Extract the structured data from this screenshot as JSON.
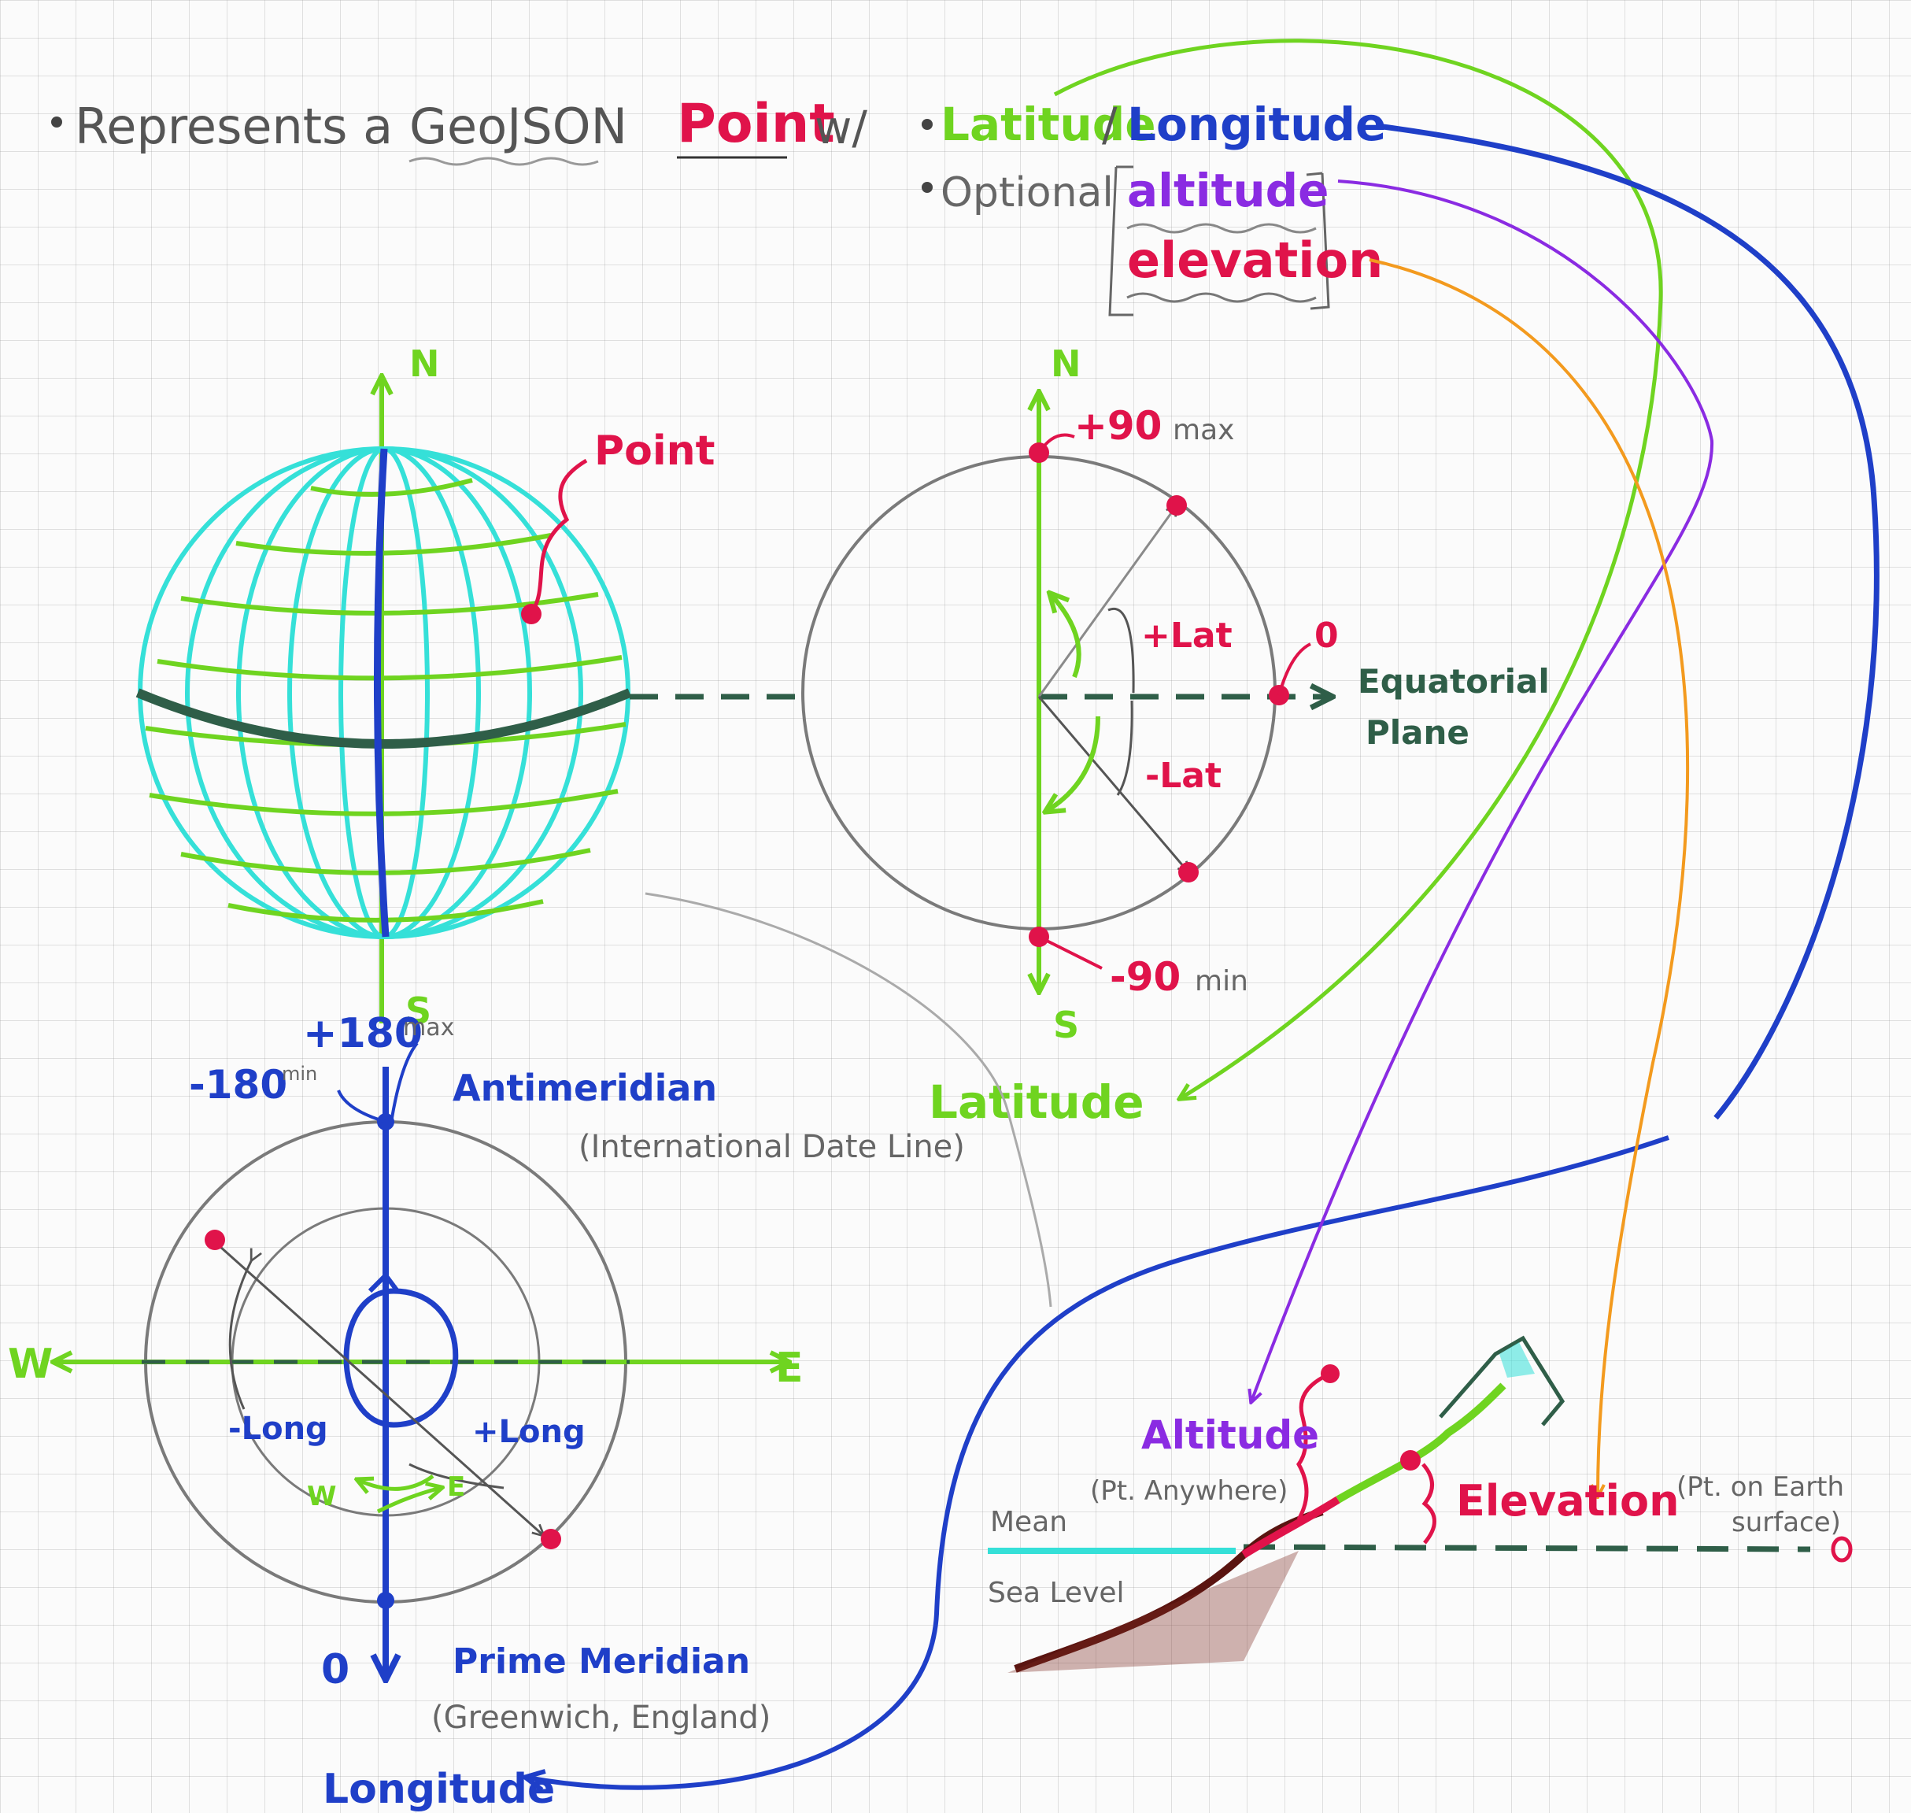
{
  "header": {
    "bullet1_prefix": "Represents a",
    "geojson": "GeoJSON",
    "point": "Point",
    "with": "w/",
    "lat": "Latitude",
    "slash": "/",
    "lon": "Longitude",
    "optional": "Optional",
    "altitude": "altitude",
    "elevation": "elevation"
  },
  "globe": {
    "north": "N",
    "south": "S",
    "point_label": "Point"
  },
  "latitude": {
    "north": "N",
    "south": "S",
    "max": "+90",
    "max_suffix": "max",
    "min": "-90",
    "min_suffix": "min",
    "pos": "+Lat",
    "neg": "-Lat",
    "zero": "0",
    "plane_line1": "Equatorial",
    "plane_line2": "Plane",
    "title": "Latitude"
  },
  "longitude": {
    "max": "+180",
    "max_suffix": "max",
    "min": "-180",
    "min_suffix": "min",
    "antimeridian": "Antimeridian",
    "idl": "(International Date Line)",
    "west": "W",
    "east": "E",
    "neg": "-Long",
    "pos": "+Long",
    "w_small": "W",
    "e_small": "E",
    "zero": "0",
    "prime": "Prime Meridian",
    "greenwich": "(Greenwich, England)",
    "title": "Longitude"
  },
  "terrain": {
    "mean": "Mean",
    "sea_level": "Sea Level",
    "altitude": "Altitude",
    "altitude_note": "(Pt. Anywhere)",
    "elevation": "Elevation",
    "elevation_note_1": "(Pt. on Earth",
    "elevation_note_2": "surface)",
    "zero": "0"
  },
  "colors": {
    "green": "#6fd420",
    "blue": "#1f3fc8",
    "purple": "#8a2be2",
    "orange": "#f39a1e",
    "red": "#e0134a",
    "cyan": "#35e0d8",
    "dark_green": "#2f5e48",
    "gray": "#7a7a7a"
  }
}
